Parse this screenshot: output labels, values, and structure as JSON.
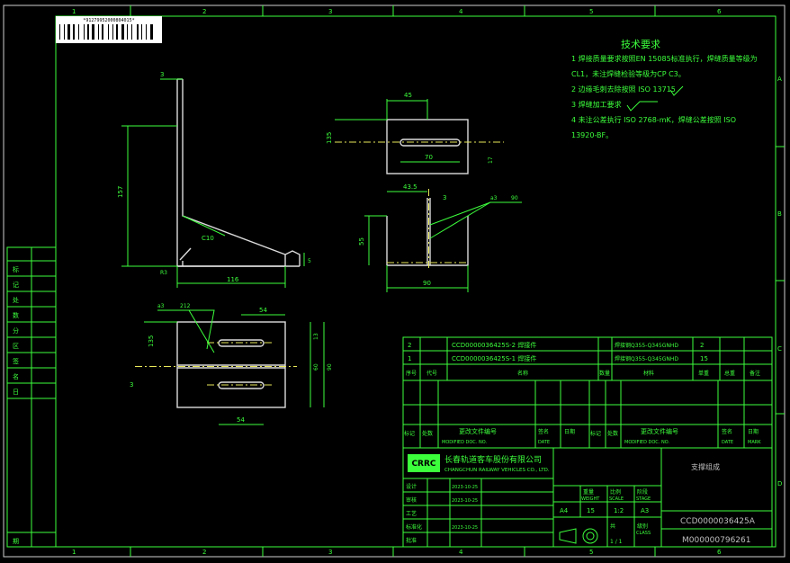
{
  "barcode": {
    "text": "*91279952000804015*"
  },
  "grid_top": [
    "1",
    "2",
    "3",
    "4",
    "5",
    "6"
  ],
  "grid_bottom": [
    "1",
    "2",
    "3",
    "4",
    "5",
    "6"
  ],
  "grid_right": [
    "A",
    "B",
    "C",
    "D"
  ],
  "tech_requirements": {
    "title": "技术要求",
    "lines": [
      "1 焊接质量要求按照EN 15085标准执行，焊缝质量等级为",
      "CL1，未注焊缝检验等级为CP C3。",
      "2 边缘毛刺去除按照 ISO 13715",
      "3 焊缝加工要求",
      "4 未注公差执行 ISO 2768-mK，焊缝公差按照 ISO",
      "13920-BF。"
    ]
  },
  "dimensions": {
    "front": {
      "thk": "3",
      "height": "157",
      "width": "116",
      "chamfer": "C10",
      "edge": "5",
      "r": "R3"
    },
    "top": {
      "width": "45",
      "height": "135",
      "slot": "70",
      "right": "17"
    },
    "side": {
      "w": "43.5",
      "t": "3",
      "h": "55",
      "weld": "a3",
      "weld_len": "90",
      "w2": "90"
    },
    "plan": {
      "weld": "a3",
      "weld_len": "212",
      "slot": "54",
      "h1": "135",
      "h2": "13",
      "h3": "60",
      "h4": "90",
      "t": "3",
      "bottom": "54"
    }
  },
  "left_strip": [
    "标",
    "记",
    "处",
    "数",
    "分",
    "区",
    "签",
    "名",
    "日",
    "期"
  ],
  "parts_table": {
    "rows": [
      {
        "no": "2",
        "code": "CCD0000036425S-2 焊接件",
        "material": "焊接钢Q355-Q345GNHD",
        "qty": "2"
      },
      {
        "no": "1",
        "code": "CCD0000036425S-1 焊接件",
        "material": "焊接钢Q355-Q345GNHD",
        "qty": "15"
      }
    ],
    "header": [
      "序号",
      "代号",
      "名称",
      "数量",
      "材料",
      "单重",
      "总重",
      "备注"
    ]
  },
  "revision": {
    "labels": [
      "标记",
      "处数",
      "更改文件编号",
      "签名",
      "日期",
      "标记",
      "处数",
      "更改文件编号",
      "签名",
      "日期"
    ],
    "labels_en": [
      "MODIFIED DOC. NO.",
      "DATE",
      "MODIFIED DOC. NO.",
      "DATE",
      "MARK"
    ]
  },
  "company": {
    "logo": "CRRC",
    "cn": "长春轨道客车股份有限公司",
    "en": "CHANGCHUN RAILWAY VEHICLES CO., LTD."
  },
  "title_block": {
    "part_name": "支撑组成",
    "weight_label": "重量",
    "weight_en": "WEIGHT",
    "scale_label": "比例",
    "scale_en": "SCALE",
    "stage_label": "阶段",
    "stage_en": "STAGE",
    "sheet_label": "共",
    "class_label": "级别",
    "class_en": "CLASS",
    "size": "A4",
    "weight": "15",
    "scale": "1:2",
    "mark": "A3",
    "sheets": "1 / 1",
    "doc_no": "CCD0000036425A",
    "material_no": "M000000796261"
  },
  "sign_rows": [
    "设计",
    "审核",
    "工艺",
    "标准化",
    "批准"
  ],
  "dates": [
    "2023-10-25",
    "2023-10-25",
    "2023-10-25"
  ]
}
